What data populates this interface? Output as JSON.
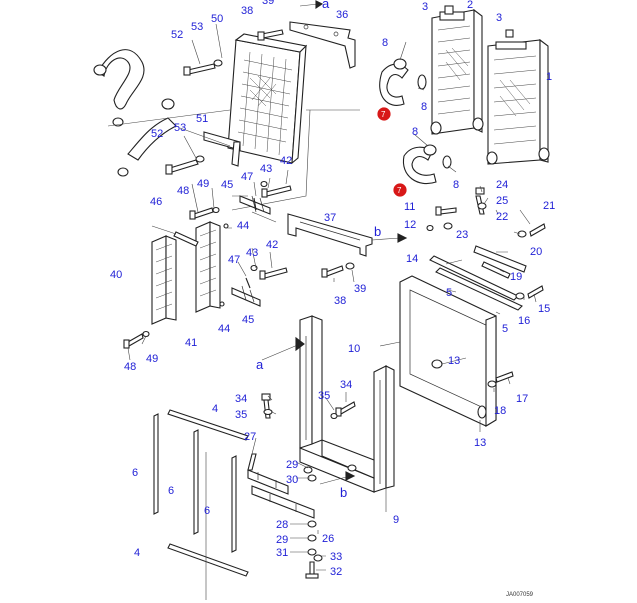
{
  "diagram": {
    "drawing_code": "JA007059",
    "callouts": [
      "1",
      "2",
      "3",
      "3",
      "8",
      "8",
      "8",
      "8",
      "36",
      "38",
      "39",
      "50",
      "51",
      "52",
      "52",
      "53",
      "53",
      "47",
      "43",
      "42",
      "45",
      "49",
      "48",
      "46",
      "44",
      "40",
      "41",
      "37",
      "11",
      "12",
      "24",
      "25",
      "21",
      "22",
      "23",
      "20",
      "19",
      "14",
      "5",
      "5",
      "16",
      "15",
      "13",
      "13",
      "10",
      "9",
      "17",
      "18",
      "34",
      "34",
      "35",
      "35",
      "27",
      "29",
      "30",
      "28",
      "29",
      "31",
      "26",
      "33",
      "32",
      "4",
      "4",
      "6",
      "6",
      "6",
      "47",
      "43",
      "42",
      "45",
      "44",
      "49",
      "48",
      "38"
    ],
    "letters": [
      "a",
      "a",
      "b",
      "b"
    ],
    "marker_symbol": "7"
  }
}
